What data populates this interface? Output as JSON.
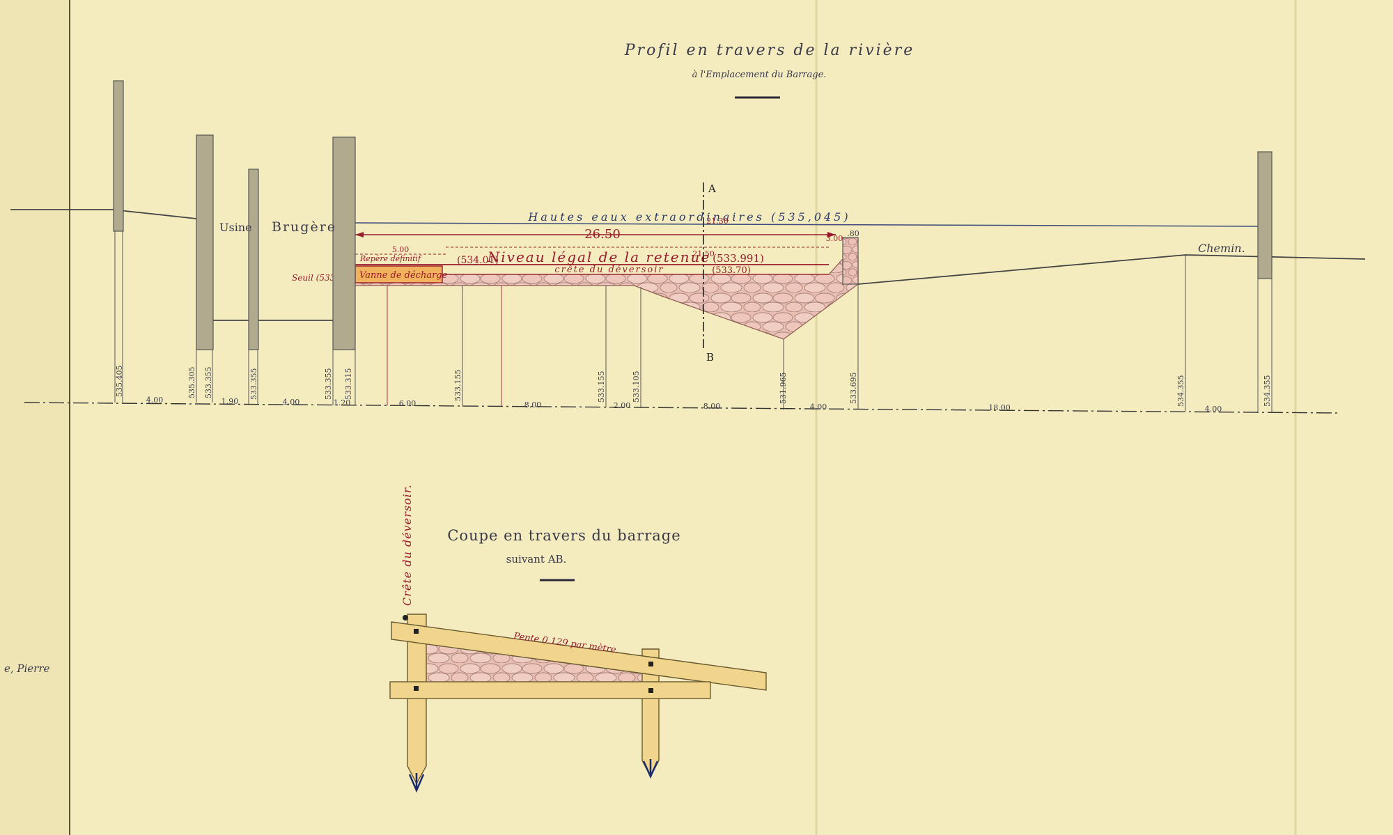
{
  "colors": {
    "paper": "#f4ecbf",
    "ink": "#3a3a4a",
    "red_ink": "#9a1b2b",
    "masonry": "#e3b0a6",
    "pier": "#b2aa8f",
    "timber": "#f1d58d",
    "blue": "#1a2a6a"
  },
  "profile": {
    "title": "Profil en travers de la rivière",
    "subtitle": "à l'Emplacement du Barrage.",
    "plant_label": "Usine",
    "plant_name": "Brugère",
    "high_water": "Hautes eaux extraordinaires (535,045)",
    "span_dim": "26.50",
    "legal_level": "Niveau légal de la retenue",
    "legal_value": "(533.991)",
    "reference_label": "Repère définitif",
    "reference_value": "(534.01)",
    "weir_crest": "crête du déversoir",
    "weir_crest_value": "(533.70)",
    "sill": "Seuil (533.44)",
    "sluice_gate": "Vanne de décharge",
    "road": "Chemin.",
    "section_a": "A",
    "section_b": "B",
    "small_dims": [
      "5.00",
      "21.30",
      "21.50",
      "3.00",
      ".80"
    ],
    "elevations": [
      "535.405",
      "535.305",
      "533.355",
      "533.355",
      "533.355",
      "533.315",
      "533.155",
      "533.155",
      "533.105",
      "531.965",
      "533.695",
      "534.355",
      "534.355"
    ],
    "spacings": [
      "4.00",
      "1.90",
      "4.00",
      "1.20",
      "6.00",
      "8.00",
      "2.00",
      "8.00",
      "4.00",
      "18.00",
      "4.00"
    ]
  },
  "section": {
    "title": "Coupe en travers du barrage",
    "subtitle": "suivant AB.",
    "crest_label": "Crête du déversoir.",
    "slope": "Pente 0.129 par mètre."
  },
  "margin_note": "e, Pierre"
}
